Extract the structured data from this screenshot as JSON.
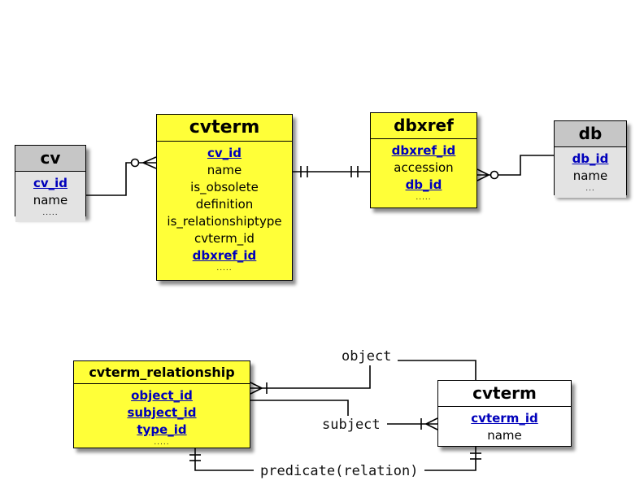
{
  "colors": {
    "table_yellow": "#ffff38",
    "gray_header": "#c6c6c6",
    "gray_body": "#e3e3e3",
    "key_text": "#0000bb",
    "line": "#000000"
  },
  "tables": {
    "cv": {
      "title": "cv",
      "fields": [
        {
          "text": "cv_id",
          "key": true
        },
        {
          "text": "name",
          "key": false
        },
        {
          "text": ".....",
          "key": false
        }
      ]
    },
    "cvterm": {
      "title": "cvterm",
      "fields": [
        {
          "text": "cv_id",
          "key": true
        },
        {
          "text": "name",
          "key": false
        },
        {
          "text": "is_obsolete",
          "key": false
        },
        {
          "text": "definition",
          "key": false
        },
        {
          "text": "is_relationshiptype",
          "key": false
        },
        {
          "text": "cvterm_id",
          "key": false
        },
        {
          "text": "dbxref_id",
          "key": true
        },
        {
          "text": ".....",
          "key": false
        }
      ]
    },
    "dbxref": {
      "title": "dbxref",
      "fields": [
        {
          "text": "dbxref_id",
          "key": true
        },
        {
          "text": "accession",
          "key": false
        },
        {
          "text": "db_id",
          "key": true
        },
        {
          "text": ".....",
          "key": false
        }
      ]
    },
    "db": {
      "title": "db",
      "fields": [
        {
          "text": "db_id",
          "key": true
        },
        {
          "text": "name",
          "key": false
        },
        {
          "text": "...",
          "key": false
        }
      ]
    },
    "cvterm_relationship": {
      "title": "cvterm_relationship",
      "fields": [
        {
          "text": "object_id",
          "key": true
        },
        {
          "text": "subject_id",
          "key": true
        },
        {
          "text": "type_id",
          "key": true
        },
        {
          "text": ".....",
          "key": false
        }
      ]
    },
    "cvterm2": {
      "title": "cvterm",
      "fields": [
        {
          "text": "cvterm_id",
          "key": true
        },
        {
          "text": "name",
          "key": false
        }
      ]
    }
  },
  "connector_labels": {
    "object": "object",
    "subject": "subject",
    "predicate": "predicate(relation)"
  }
}
